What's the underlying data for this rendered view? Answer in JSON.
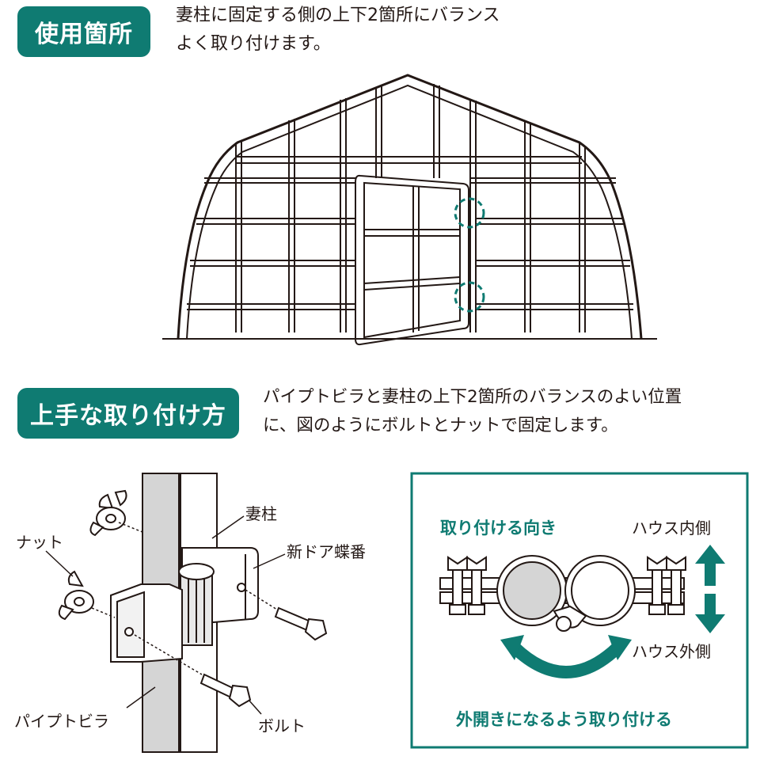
{
  "section1": {
    "badge": "使用箇所",
    "description_line1": "妻柱に固定する側の上下2箇所にバランス",
    "description_line2": "よく取り付けます。"
  },
  "section2": {
    "badge": "上手な取り付け方",
    "description_line1": "パイプトビラと妻柱の上下2箇所のバランスのよい位置",
    "description_line2": "に、図のようにボルトとナットで固定します。"
  },
  "diagram_labels": {
    "tsumabashira": "妻柱",
    "hinge": "新ドア蝶番",
    "nut": "ナット",
    "pipe_door": "パイプトビラ",
    "bolt": "ボルト"
  },
  "inset": {
    "direction_title": "取り付ける向き",
    "inside": "ハウス内側",
    "outside": "ハウス外側",
    "caption": "外開きになるよう取り付ける"
  },
  "colors": {
    "accent": "#0f7b72",
    "line": "#231815",
    "pipe_fill": "#d5d5d5"
  }
}
